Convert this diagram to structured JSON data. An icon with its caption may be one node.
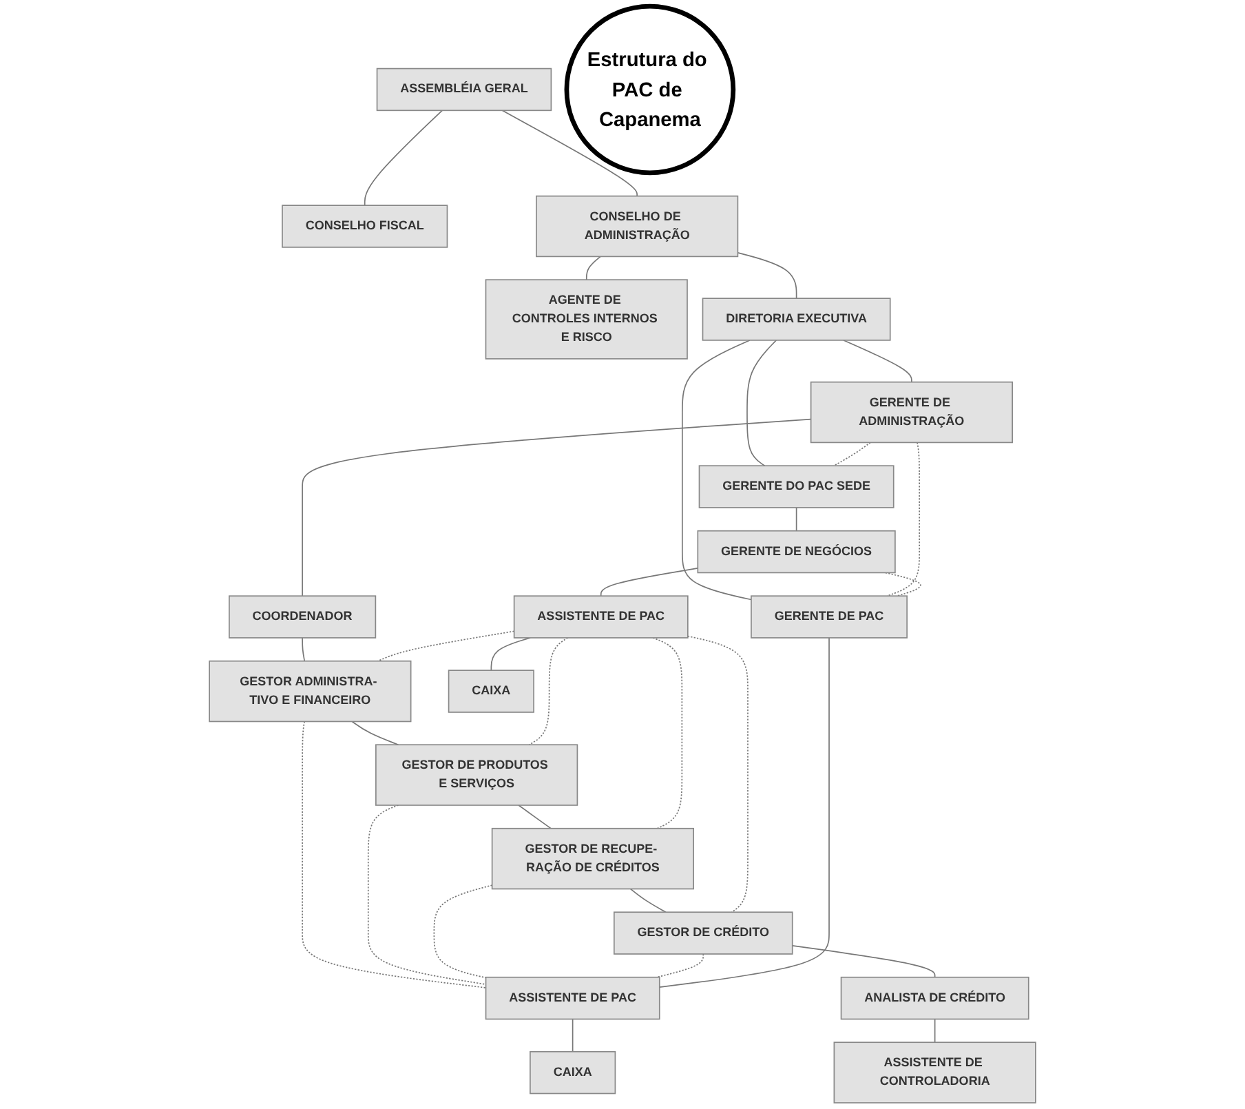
{
  "diagram": {
    "nodes": [
      {
        "text": [
          "ASSEMBLÉIA GERAL"
        ]
      },
      {
        "text": [
          "CONSELHO FISCAL"
        ]
      },
      {
        "text": [
          "CONSELHO DE ADMINISTRAÇÃO"
        ]
      },
      {
        "text": [
          "AGENTE DE CONTROLES INTERNOS E RISCO"
        ]
      },
      {
        "text": [
          "DIRETORIA EXECUTIVA"
        ]
      },
      {
        "text": [
          "GERENTE DE ADMINISTRAÇÃO"
        ]
      },
      {
        "text": [
          "GERENTE DO PAC SEDE"
        ]
      },
      {
        "text": [
          "GERENTE DE PAC"
        ]
      },
      {
        "text": [
          "GERENTE DE NEGÓCIOS"
        ]
      },
      {
        "text": [
          "COORDENADOR"
        ]
      },
      {
        "text": [
          "GESTOR ADMINISTRA- TIVO E FINANCEIRO"
        ]
      },
      {
        "text": [
          "GESTOR DE PRODUTOS E SERVIÇOS"
        ]
      },
      {
        "text": [
          "GESTOR DE RECUPE- RAÇÃO DE CRÉDITOS"
        ]
      },
      {
        "text": [
          "GESTOR DE CRÉDITO"
        ]
      },
      {
        "text": [
          "ANALISTA DE CRÉDITO"
        ]
      },
      {
        "text": [
          "ASSISTENTE DE CONTROLADORIA"
        ]
      },
      {
        "text": [
          "ASSISTENTE DE PAC"
        ]
      },
      {
        "text": [
          "CAIXA"
        ]
      },
      {
        "text": [
          "ASSISTENTE DE PAC"
        ]
      },
      {
        "text": [
          "CAIXA"
        ]
      },
      {
        "text": [
          "Estrutura do PAC de Capanema"
        ]
      }
    ],
    "edges": [
      {
        "from": 0,
        "to": 2,
        "arrow": "none"
      },
      {
        "from": 0,
        "to": 1,
        "arrow": "none"
      },
      {
        "from": 2,
        "to": 3,
        "arrow": "none"
      },
      {
        "from": 2,
        "to": 4,
        "arrow": "none"
      },
      {
        "from": 4,
        "to": 6,
        "arrow": "none"
      },
      {
        "from": 4,
        "to": 5,
        "arrow": "none"
      },
      {
        "from": 4,
        "to": 7,
        "arrow": "none"
      },
      {
        "from": 5,
        "to": 6,
        "arrow": "none",
        "style": "dashed"
      },
      {
        "from": 5,
        "to": 7,
        "arrow": "none",
        "style": "dashed"
      },
      {
        "from": 6,
        "to": 8,
        "arrow": "none"
      },
      {
        "from": 8,
        "to": 7,
        "arrow": "none",
        "style": "dashed"
      },
      {
        "from": 5,
        "to": 9,
        "arrow": "none"
      },
      {
        "from": 9,
        "to": 10,
        "arrow": "none"
      },
      {
        "from": 10,
        "to": 11,
        "arrow": "none"
      },
      {
        "from": 11,
        "to": 12,
        "arrow": "none"
      },
      {
        "from": 12,
        "to": 13,
        "arrow": "none"
      },
      {
        "from": 13,
        "to": 14,
        "arrow": "none"
      },
      {
        "from": 14,
        "to": 15,
        "arrow": "none"
      },
      {
        "from": 16,
        "to": 10,
        "arrow": "none",
        "style": "dashed"
      },
      {
        "from": 10,
        "to": 18,
        "arrow": "none",
        "style": "dashed"
      },
      {
        "from": 16,
        "to": 11,
        "arrow": "none",
        "style": "dashed"
      },
      {
        "from": 11,
        "to": 18,
        "arrow": "none",
        "style": "dashed"
      },
      {
        "from": 16,
        "to": 12,
        "arrow": "none",
        "style": "dashed"
      },
      {
        "from": 12,
        "to": 18,
        "arrow": "none",
        "style": "dashed"
      },
      {
        "from": 16,
        "to": 13,
        "arrow": "none",
        "style": "dashed"
      },
      {
        "from": 13,
        "to": 18,
        "arrow": "none",
        "style": "dashed"
      },
      {
        "from": 8,
        "to": 16,
        "arrow": "none"
      },
      {
        "from": 16,
        "to": 17,
        "arrow": "none"
      },
      {
        "from": 7,
        "to": 18,
        "arrow": "none"
      },
      {
        "from": 18,
        "to": 19,
        "arrow": "none"
      }
    ]
  }
}
